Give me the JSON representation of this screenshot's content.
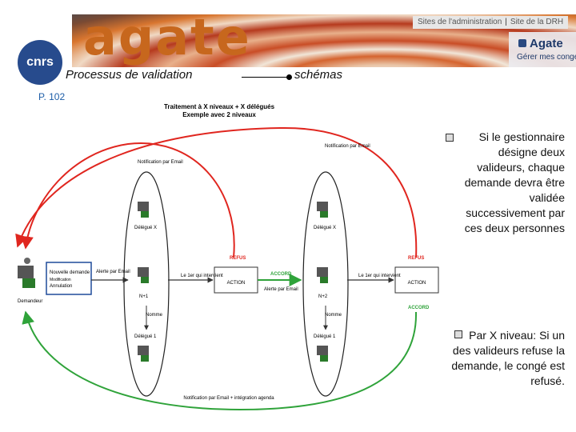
{
  "header": {
    "logo_text": "agate",
    "top_links": [
      "Sites de l'administration",
      "Site de la DRH"
    ],
    "brand": "Agate",
    "brand_sub": "Gérer mes congés",
    "org_logo": "cnrs",
    "section_title": "Processus de validation",
    "section_label": "schémas",
    "page_ref": "P. 102"
  },
  "diagram": {
    "title_line1": "Traitement à X niveaux + X délégués",
    "title_line2": "Exemple avec 2 niveaux",
    "notif_top_left": "Notification par Email",
    "notif_top_right": "Notification par Email",
    "notif_bottom": "Notification par Email + intégration agenda",
    "requester": "Demandeur",
    "request_box": [
      "Nouvelle demande",
      "Modification",
      "Annulation"
    ],
    "alert_email": "Alerte par Email",
    "delegue_x": "Délégué X",
    "delegue_1": "Délégué 1",
    "n1": "N+1",
    "n2": "N+2",
    "nomme": "Nomme",
    "first_in": "Le 1er qui intervient",
    "action": "ACTION",
    "accord": "ACCORD",
    "alerte_email": "Alerte par Email",
    "refus": "REFUS",
    "colors": {
      "red": "#e0261f",
      "green": "#2fa33a",
      "request_box": "#1f4b9a"
    }
  },
  "notes": [
    "Si le gestionnaire désigne deux valideurs, chaque demande devra être validée successivement par ces deux personnes",
    "Par X niveau: Si un des valideurs refuse la demande, le congé est refusé."
  ]
}
